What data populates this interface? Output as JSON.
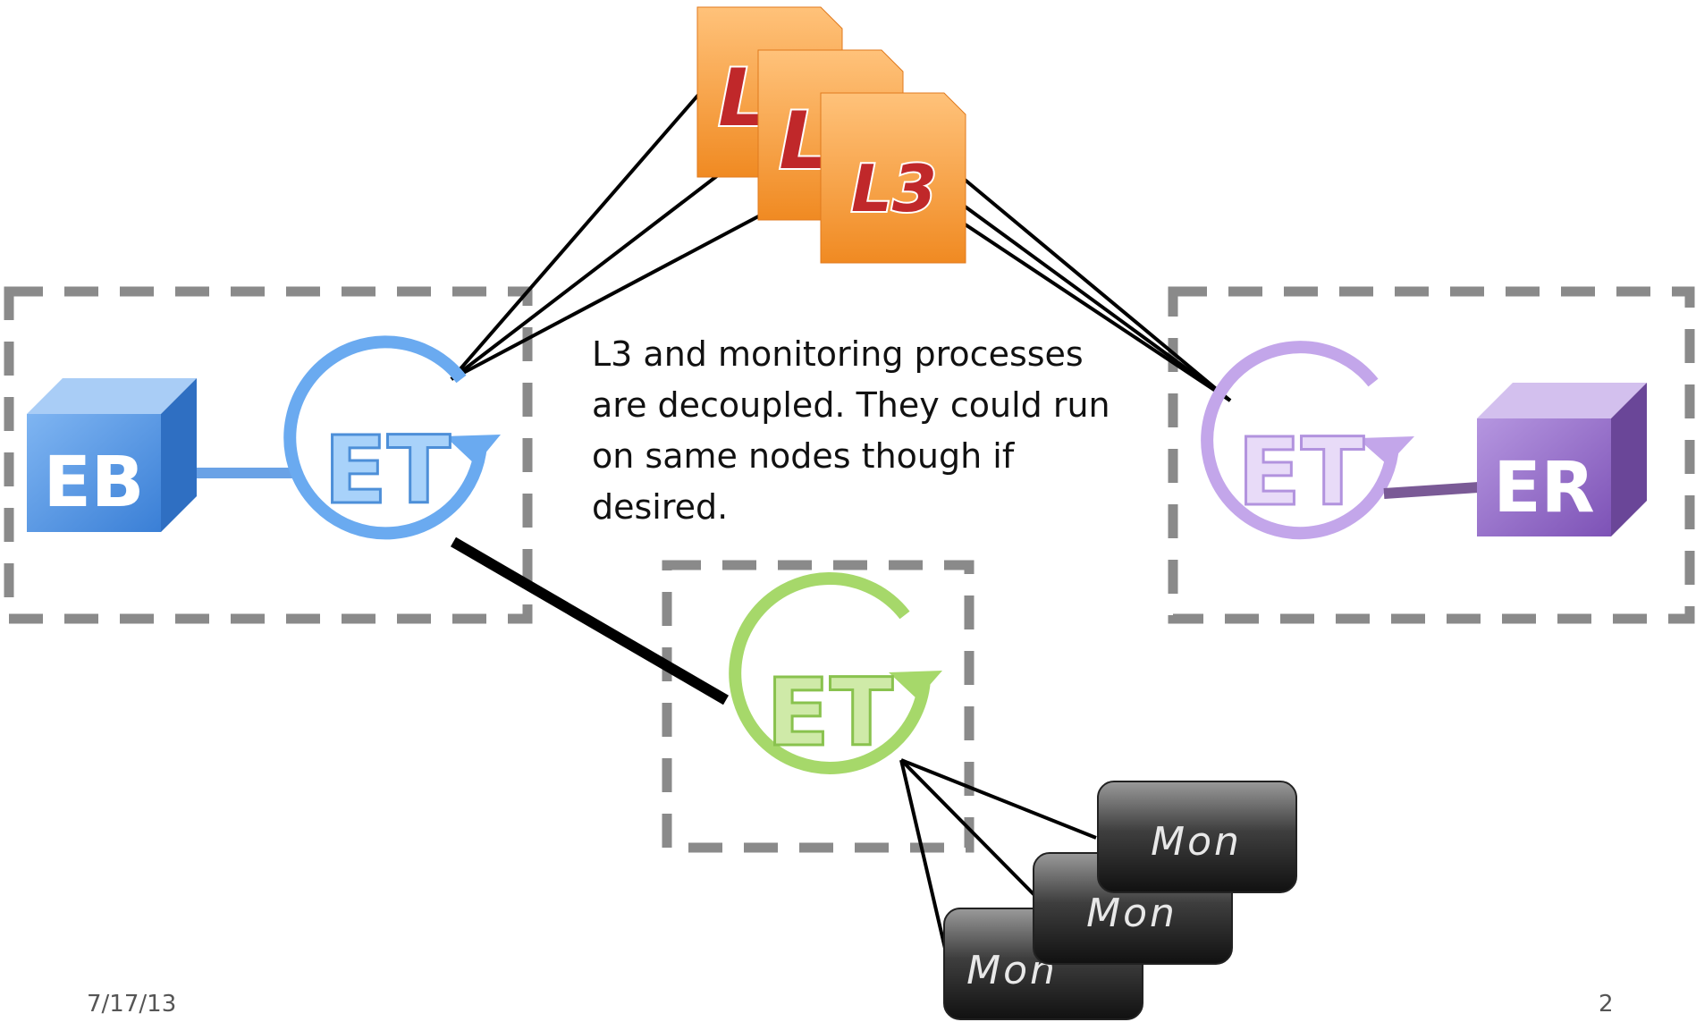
{
  "diagram": {
    "nodes": {
      "event_builder": {
        "label": "EB",
        "color": "#4a8fe0"
      },
      "event_recorder": {
        "label": "ER",
        "color": "#8a5fc0"
      },
      "et_left": {
        "label": "ET",
        "color": "#6aaaf0"
      },
      "et_right": {
        "label": "ET",
        "color": "#c3a6ea"
      },
      "et_monitor": {
        "label": "ET",
        "color": "#a6d86a"
      },
      "l3_processes": [
        {
          "label": "L3"
        },
        {
          "label": "L3"
        },
        {
          "label": "L3"
        }
      ],
      "monitor_processes": [
        {
          "label": "Mon"
        },
        {
          "label": "Mon"
        },
        {
          "label": "Mon"
        }
      ]
    },
    "caption": "L3 and monitoring processes are decoupled. They could run on same nodes though if desired."
  },
  "footer": {
    "date": "7/17/13",
    "page_number": "2"
  },
  "colors": {
    "dashed_box": "#8a8a8a",
    "l3_card": "#f5a344",
    "l3_text": "#c0282a",
    "mon_box": "#2a2a2a"
  }
}
